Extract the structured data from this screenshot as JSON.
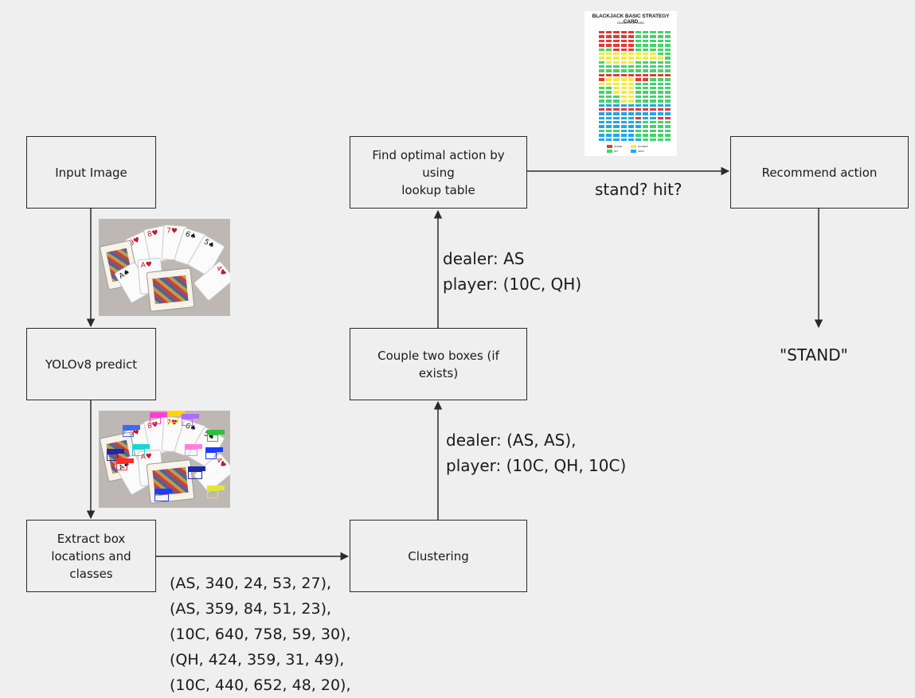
{
  "boxes": {
    "input_image": "Input Image",
    "yolo_predict": "YOLOv8 predict",
    "extract": [
      "Extract box",
      "locations and",
      "classes"
    ],
    "clustering": "Clustering",
    "couple": "Couple two boxes (if exists)",
    "find_action": [
      "Find optimal action by using",
      "lookup table"
    ],
    "recommend": "Recommend action"
  },
  "labels": {
    "detections": [
      "(AS, 340, 24, 53, 27),",
      "(AS, 359, 84, 51, 23),",
      "(10C, 640, 758, 59, 30),",
      "(QH, 424, 359, 31, 49),",
      "(10C, 440, 652, 48, 20),"
    ],
    "clusters": [
      "dealer: (AS, AS),",
      "player: (10C, QH, 10C)"
    ],
    "hands": [
      "dealer: AS",
      "player: (10C, QH)"
    ],
    "decision": "stand? hit?",
    "result": "\"STAND\""
  },
  "strategy_card": {
    "title": "BLACKJACK BASIC STRATEGY CARD",
    "subtitle": "DEALER'S UP CARD",
    "legend": [
      "STAND",
      "DOUBLE",
      "HIT",
      "SPLIT"
    ],
    "colors": {
      "stand": "#e53935",
      "hit": "#43d36a",
      "double": "#f5ec3c",
      "split": "#1fa8e6"
    }
  },
  "colors": {
    "background": "#efefef",
    "border": "#2a2a2a",
    "text": "#1a1a1a"
  }
}
